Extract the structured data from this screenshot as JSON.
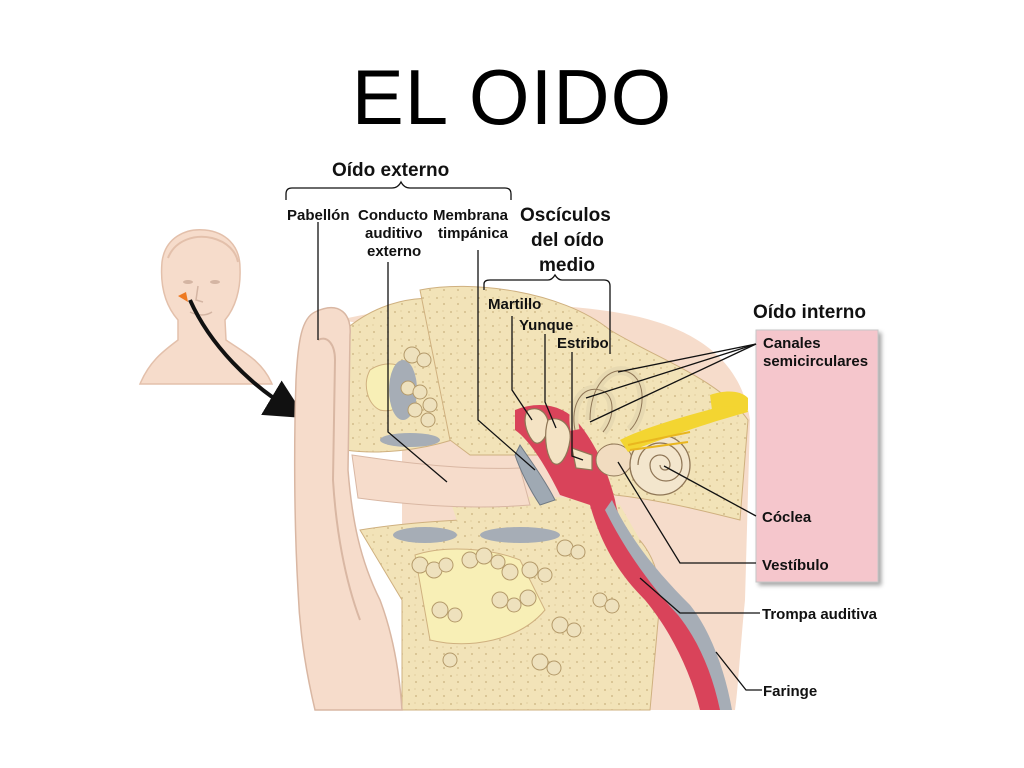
{
  "title": "EL OIDO",
  "labels": {
    "outer_ear": "Oído externo",
    "pinna": "Pabellón",
    "canal_line1": "Conducto",
    "canal_line2": "auditivo",
    "canal_line3": "externo",
    "membrane_line1": "Membrana",
    "membrane_line2": "timpánica",
    "ossicles_line1": "Oscículos",
    "ossicles_line2": "del oído",
    "ossicles_line3": "medio",
    "malleus": "Martillo",
    "incus": "Yunque",
    "stapes": "Estribo",
    "inner_ear": "Oído interno",
    "canals_line1": "Canales",
    "canals_line2": "semicirculares",
    "cochlea": "Cóclea",
    "vestibule": "Vestíbulo",
    "eustachian": "Trompa auditiva",
    "pharynx": "Faringe"
  },
  "colors": {
    "skin": "#f6dccb",
    "bone": "#f2e3b8",
    "mucosa": "#d9435a",
    "panel": "#f5c6cc",
    "membrane": "#9fa9b3",
    "nerve": "#f3d531"
  },
  "icons": {
    "head": "person-head-icon",
    "arrow": "curved-arrow-icon"
  }
}
